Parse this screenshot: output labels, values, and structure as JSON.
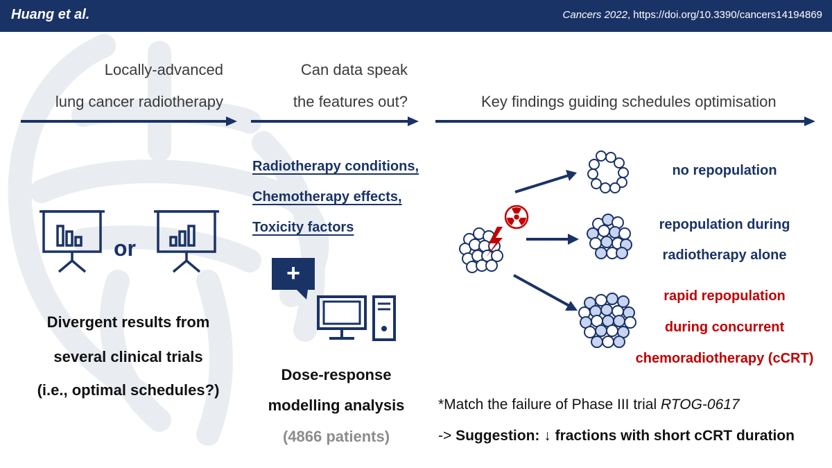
{
  "header": {
    "authors": "Huang et al.",
    "journal": "Cancers 2022",
    "separator": ", ",
    "doi": "https://doi.org/10.3390/cancers14194869"
  },
  "col1": {
    "title_line1": "Locally-advanced",
    "title_line2": "lung cancer radiotherapy",
    "or_label": "or",
    "result_line1": "Divergent results from",
    "result_line2": "several clinical trials",
    "result_line3": "(i.e., optimal schedules?)"
  },
  "col2": {
    "title_line1": "Can data speak",
    "title_line2": "the features out?",
    "feature1": "Radiotherapy conditions,",
    "feature2": "Chemotherapy effects,",
    "feature3": "Toxicity factors",
    "plus_sign": "+",
    "analysis_line1": "Dose-response",
    "analysis_line2": "modelling analysis",
    "patients": "(4866 patients)"
  },
  "col3": {
    "title": "Key findings guiding schedules optimisation",
    "finding1": "no repopulation",
    "finding2_line1": "repopulation during",
    "finding2_line2": "radiotherapy alone",
    "finding3_line1": "rapid repopulation",
    "finding3_line2": "during concurrent",
    "finding3_line3": "chemoradiotherapy (cCRT)",
    "note_prefix": "*Match the failure of Phase III trial ",
    "note_trial": "RTOG-0617",
    "suggest_prefix": "-> ",
    "suggest_label": "Suggestion:",
    "suggest_text": " ↓ fractions with short cCRT duration"
  },
  "colors": {
    "navy": "#1a3366",
    "red": "#c00000",
    "cell_fill": "#c8d4f0",
    "watermark": "#e9ecf1"
  }
}
